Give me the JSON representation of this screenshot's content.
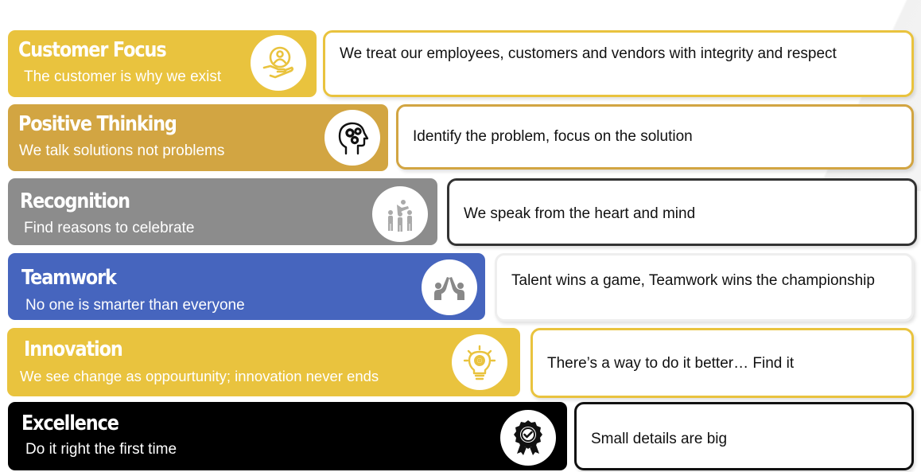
{
  "colors": {
    "customer_focus": "#e9c33e",
    "positive_thinking": "#d2a542",
    "recognition": "#8c8c8c",
    "teamwork": "#4665be",
    "innovation": "#e9c33e",
    "excellence": "#000000"
  },
  "values": [
    {
      "name": "Customer Focus",
      "tagline": "The customer is why we exist",
      "description": "We treat our employees, customers and vendors with integrity and respect",
      "icon": "hand-person-icon"
    },
    {
      "name": "Positive Thinking",
      "tagline": "We talk solutions not problems",
      "description": "Identify the problem, focus on the solution",
      "icon": "head-gears-icon"
    },
    {
      "name": "Recognition",
      "tagline": "Find reasons to celebrate",
      "description": "We speak from the heart and mind",
      "icon": "celebration-icon"
    },
    {
      "name": "Teamwork",
      "tagline": "No one is smarter than everyone",
      "description": "Talent wins a game, Teamwork wins the championship",
      "icon": "high-five-icon"
    },
    {
      "name": "Innovation",
      "tagline": "We see change as oppourtunity; innovation never ends",
      "description": "There’s a way to do it better… Find it",
      "icon": "lightbulb-gear-icon"
    },
    {
      "name": "Excellence",
      "tagline": "Do it right the first time",
      "description": "Small details are big",
      "icon": "award-badge-icon"
    }
  ]
}
